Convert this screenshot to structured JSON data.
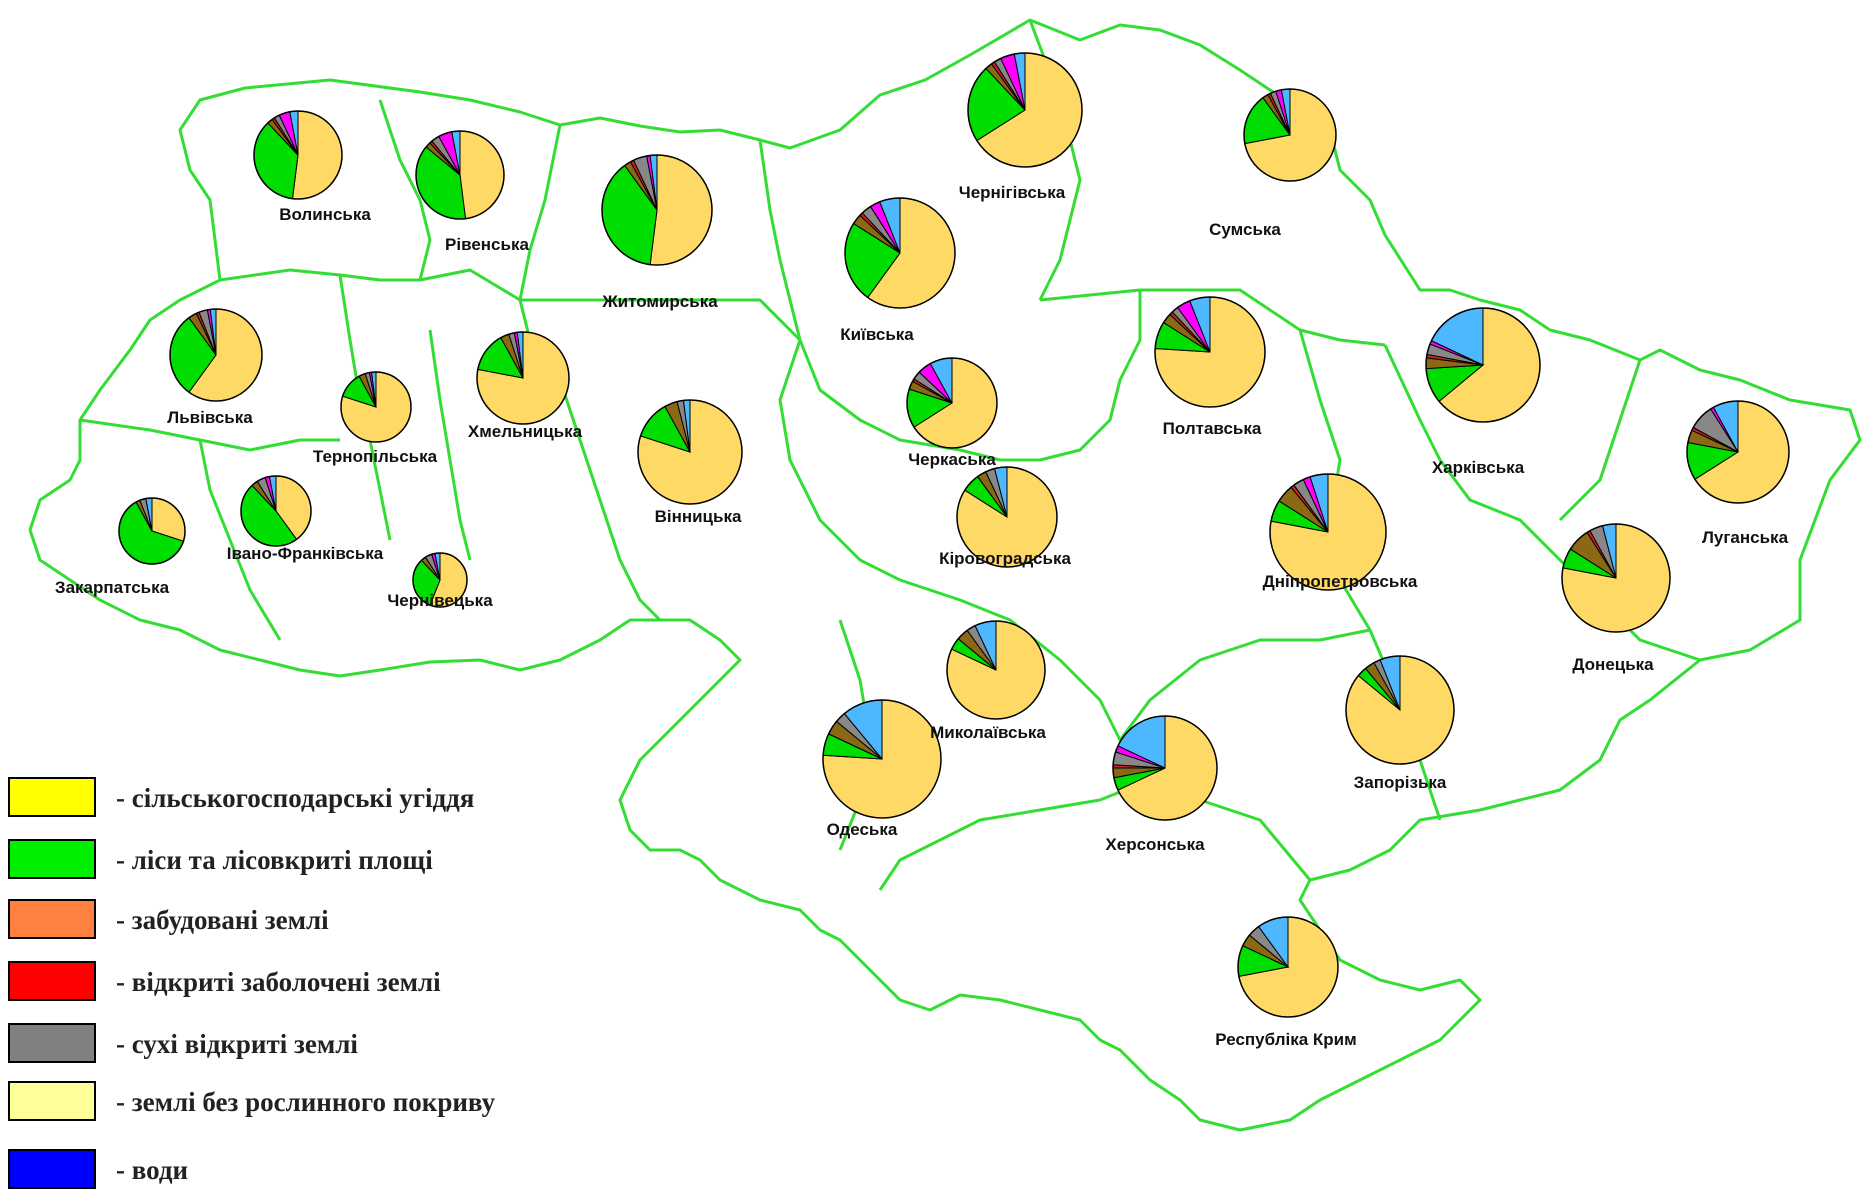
{
  "map": {
    "border_color": "#33dd33",
    "regions": [
      {
        "id": "volynska",
        "name": "Волинська",
        "shares": [
          0.52,
          0.36,
          0.02,
          0.01,
          0.02,
          0.04,
          0.03
        ]
      },
      {
        "id": "rivnenska",
        "name": "Рівенська",
        "shares": [
          0.48,
          0.38,
          0.02,
          0.01,
          0.03,
          0.05,
          0.03
        ]
      },
      {
        "id": "zhytomyrska",
        "name": "Житомирська",
        "shares": [
          0.52,
          0.38,
          0.02,
          0.01,
          0.04,
          0.01,
          0.02
        ]
      },
      {
        "id": "chernihivska",
        "name": "Чернігівська",
        "shares": [
          0.66,
          0.22,
          0.02,
          0.01,
          0.02,
          0.04,
          0.03
        ]
      },
      {
        "id": "sumska",
        "name": "Сумська",
        "shares": [
          0.72,
          0.18,
          0.02,
          0.01,
          0.02,
          0.02,
          0.03
        ]
      },
      {
        "id": "lvivska",
        "name": "Львівська",
        "shares": [
          0.6,
          0.3,
          0.03,
          0.01,
          0.03,
          0.01,
          0.02
        ]
      },
      {
        "id": "kyivska",
        "name": "Київська",
        "shares": [
          0.6,
          0.24,
          0.03,
          0.01,
          0.03,
          0.03,
          0.06
        ]
      },
      {
        "id": "ternopilska",
        "name": "Тернопільська",
        "shares": [
          0.8,
          0.12,
          0.03,
          0.0,
          0.02,
          0.01,
          0.02
        ]
      },
      {
        "id": "khmelnytska",
        "name": "Хмельницька",
        "shares": [
          0.78,
          0.14,
          0.03,
          0.0,
          0.02,
          0.01,
          0.02
        ]
      },
      {
        "id": "poltavska",
        "name": "Полтавська",
        "shares": [
          0.76,
          0.08,
          0.03,
          0.01,
          0.02,
          0.04,
          0.06
        ]
      },
      {
        "id": "kharkivska",
        "name": "Харківська",
        "shares": [
          0.64,
          0.1,
          0.03,
          0.01,
          0.03,
          0.01,
          0.18
        ]
      },
      {
        "id": "luhanska",
        "name": "Луганська",
        "shares": [
          0.66,
          0.12,
          0.04,
          0.01,
          0.08,
          0.01,
          0.08
        ]
      },
      {
        "id": "cherkaska",
        "name": "Черкаська",
        "shares": [
          0.66,
          0.14,
          0.03,
          0.01,
          0.03,
          0.05,
          0.08
        ]
      },
      {
        "id": "vinnytska",
        "name": "Вінницька",
        "shares": [
          0.8,
          0.12,
          0.04,
          0.0,
          0.02,
          0.0,
          0.02
        ]
      },
      {
        "id": "zakarpatska",
        "name": "Закарпатська",
        "shares": [
          0.3,
          0.62,
          0.02,
          0.0,
          0.03,
          0.0,
          0.03
        ]
      },
      {
        "id": "ivanofrankivska",
        "name": "Івано-Франківська",
        "shares": [
          0.4,
          0.48,
          0.03,
          0.0,
          0.04,
          0.02,
          0.03
        ]
      },
      {
        "id": "chernivetska",
        "name": "Чернівецька",
        "shares": [
          0.56,
          0.32,
          0.03,
          0.0,
          0.04,
          0.02,
          0.03
        ]
      },
      {
        "id": "kirovohradska",
        "name": "Кіровоградська",
        "shares": [
          0.84,
          0.06,
          0.03,
          0.0,
          0.03,
          0.0,
          0.04
        ]
      },
      {
        "id": "dnipropetrovska",
        "name": "Дніпропетровська",
        "shares": [
          0.78,
          0.06,
          0.05,
          0.01,
          0.03,
          0.02,
          0.05
        ]
      },
      {
        "id": "donetska",
        "name": "Донецька",
        "shares": [
          0.78,
          0.06,
          0.07,
          0.01,
          0.04,
          0.0,
          0.04
        ]
      },
      {
        "id": "mykolaivska",
        "name": "Миколаївська",
        "shares": [
          0.82,
          0.04,
          0.04,
          0.0,
          0.03,
          0.0,
          0.07
        ]
      },
      {
        "id": "odeska",
        "name": "Одеська",
        "shares": [
          0.76,
          0.06,
          0.04,
          0.0,
          0.03,
          0.0,
          0.11
        ]
      },
      {
        "id": "khersonska",
        "name": "Херсонська",
        "shares": [
          0.68,
          0.04,
          0.03,
          0.01,
          0.04,
          0.02,
          0.18
        ]
      },
      {
        "id": "zaporizka",
        "name": "Запорізька",
        "shares": [
          0.86,
          0.03,
          0.03,
          0.0,
          0.02,
          0.0,
          0.06
        ]
      },
      {
        "id": "krym",
        "name": "Республіка Крим",
        "shares": [
          0.72,
          0.1,
          0.04,
          0.0,
          0.04,
          0.0,
          0.1
        ]
      }
    ],
    "pie_colors": [
      "#ffd966",
      "#00dd00",
      "#8b6914",
      "#cc2222",
      "#888888",
      "#ff00ff",
      "#4db8ff"
    ]
  },
  "legend": {
    "items": [
      {
        "label": "- сільськогосподарські угіддя",
        "color": "#ffff00"
      },
      {
        "label": "- ліси та лісовкриті площі",
        "color": "#00ee00"
      },
      {
        "label": "- забудовані землі",
        "color": "#ff8040"
      },
      {
        "label": "- відкриті заболочені землі",
        "color": "#ff0000"
      },
      {
        "label": "- сухі відкриті землі",
        "color": "#808080"
      },
      {
        "label": "- землі без рослинного покриву",
        "color": "#ffff99"
      },
      {
        "label": "- води",
        "color": "#0000ff"
      }
    ]
  }
}
